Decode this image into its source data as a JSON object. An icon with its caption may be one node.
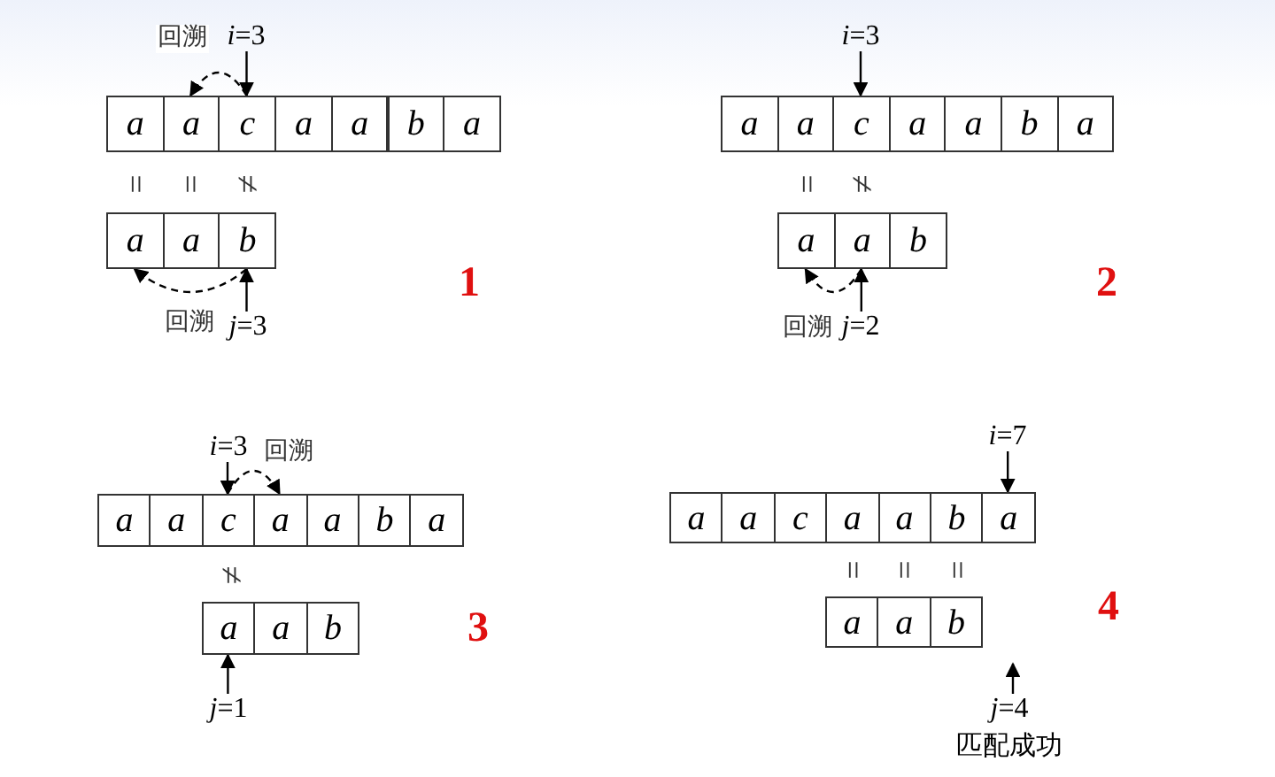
{
  "diagram": {
    "nodes": [
      {
        "text": [
          "a"
        ]
      },
      {
        "text": [
          "a"
        ]
      },
      {
        "text": [
          "c"
        ]
      },
      {
        "text": [
          "a"
        ]
      },
      {
        "text": [
          "a"
        ]
      },
      {
        "text": [
          "b"
        ]
      },
      {
        "text": [
          "a"
        ]
      },
      {
        "text": [
          "a"
        ]
      },
      {
        "text": [
          "a"
        ]
      },
      {
        "text": [
          "b"
        ]
      },
      {
        "text": [
          "*i*=3"
        ]
      },
      {
        "text": [
          "*j*=3"
        ]
      },
      {
        "text": [
          "a"
        ]
      },
      {
        "text": [
          "a"
        ]
      },
      {
        "text": [
          "c"
        ]
      },
      {
        "text": [
          "a"
        ]
      },
      {
        "text": [
          "a"
        ]
      },
      {
        "text": [
          "b"
        ]
      },
      {
        "text": [
          "a"
        ]
      },
      {
        "text": [
          "a"
        ]
      },
      {
        "text": [
          "a"
        ]
      },
      {
        "text": [
          "b"
        ]
      },
      {
        "text": [
          "*i*=3"
        ]
      },
      {
        "text": [
          "*j*=2"
        ]
      },
      {
        "text": [
          "a"
        ]
      },
      {
        "text": [
          "a"
        ]
      },
      {
        "text": [
          "c"
        ]
      },
      {
        "text": [
          "a"
        ]
      },
      {
        "text": [
          "a"
        ]
      },
      {
        "text": [
          "b"
        ]
      },
      {
        "text": [
          "a"
        ]
      },
      {
        "text": [
          "a"
        ]
      },
      {
        "text": [
          "a"
        ]
      },
      {
        "text": [
          "b"
        ]
      },
      {
        "text": [
          "*i*=3"
        ]
      },
      {
        "text": [
          "*j*=1"
        ]
      },
      {
        "text": [
          "a"
        ]
      },
      {
        "text": [
          "a"
        ]
      },
      {
        "text": [
          "c"
        ]
      },
      {
        "text": [
          "a"
        ]
      },
      {
        "text": [
          "a"
        ]
      },
      {
        "text": [
          "b"
        ]
      },
      {
        "text": [
          "a"
        ]
      },
      {
        "text": [
          "a"
        ]
      },
      {
        "text": [
          "a"
        ]
      },
      {
        "text": [
          "b"
        ]
      },
      {
        "text": [
          "*i*=7"
        ]
      },
      {
        "text": [
          "*j*=4"
        ],
        "beside": [
          "匹配成功"
        ]
      }
    ],
    "edges": [
      {
        "from": 10,
        "to": 2,
        "arrow": "to"
      },
      {
        "from": 2,
        "to": 1,
        "arrow": "to",
        "style": "dashed",
        "label": "回溯"
      },
      {
        "from": 11,
        "to": 9,
        "arrow": "to"
      },
      {
        "from": 9,
        "to": 7,
        "arrow": "to",
        "style": "dashed",
        "label": "回溯"
      },
      {
        "from": 22,
        "to": 14,
        "arrow": "to"
      },
      {
        "from": 23,
        "to": 20,
        "arrow": "to"
      },
      {
        "from": 20,
        "to": 19,
        "arrow": "to",
        "style": "dashed",
        "label": "回溯"
      },
      {
        "from": 34,
        "to": 26,
        "arrow": "to"
      },
      {
        "from": 26,
        "to": 27,
        "arrow": "to",
        "style": "dashed",
        "label": "回溯"
      },
      {
        "from": 35,
        "to": 31,
        "arrow": "to"
      },
      {
        "from": 46,
        "to": 42,
        "arrow": "to"
      },
      {
        "from": 47,
        "to": null,
        "arrow": "to"
      }
    ],
    "labels": [
      "=",
      "=",
      "≠",
      "1",
      "=",
      "≠",
      "2",
      "≠",
      "3",
      "=",
      "=",
      "=",
      "4"
    ]
  }
}
